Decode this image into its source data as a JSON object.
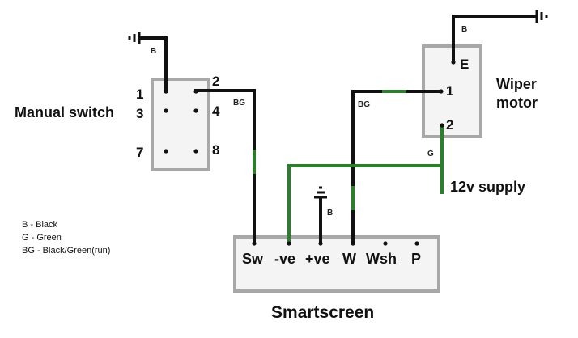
{
  "colors": {
    "black_wire": "#111111",
    "green_wire": "#2a7f2a",
    "box_stroke": "#a8a8a8",
    "box_fill": "#f4f4f4"
  },
  "manual_switch": {
    "label": "Manual switch",
    "pins": [
      "1",
      "2",
      "3",
      "4",
      "7",
      "8"
    ]
  },
  "wiper_motor": {
    "label_line1": "Wiper",
    "label_line2": "motor",
    "pins": [
      "E",
      "1",
      "2"
    ]
  },
  "smartscreen": {
    "label": "Smartscreen",
    "terminals": [
      "Sw",
      "-ve",
      "+ve",
      "W",
      "Wsh",
      "P"
    ]
  },
  "supply": {
    "label": "12v supply"
  },
  "wire_labels": {
    "switch_ground": "B",
    "switch_to_sw": "BG",
    "motor_ground": "B",
    "motor_to_w": "BG",
    "supply": "G",
    "plus_ve_ground": "B"
  },
  "legend": [
    "B - Black",
    "G - Green",
    "BG - Black/Green(run)"
  ]
}
